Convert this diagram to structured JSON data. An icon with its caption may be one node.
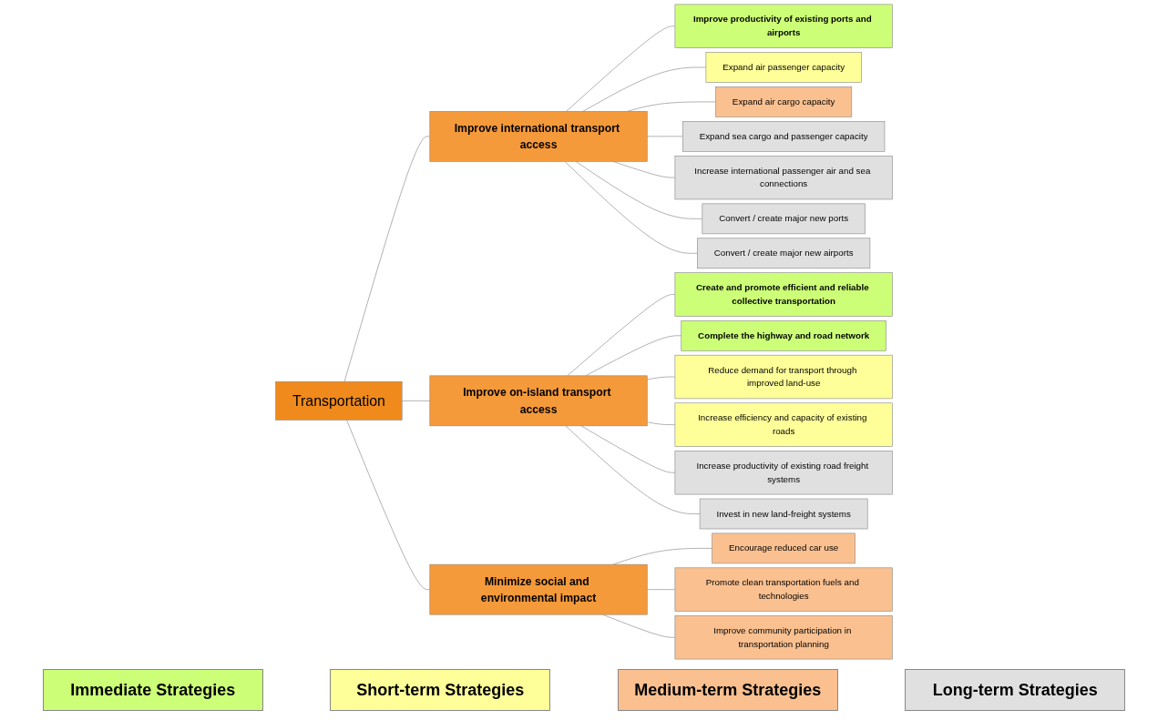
{
  "diagram": {
    "nodes": [
      {
        "text": [
          "Transportation"
        ]
      },
      {
        "text": [
          "Improve international transport access"
        ]
      },
      {
        "text": [
          "Improve on-island transport access"
        ]
      },
      {
        "text": [
          "Minimize social and environmental impact"
        ]
      },
      {
        "text": [
          "Improve productivity of existing ports and airports"
        ]
      },
      {
        "text": [
          "Expand air passenger capacity"
        ]
      },
      {
        "text": [
          "Expand air cargo capacity"
        ]
      },
      {
        "text": [
          "Expand sea cargo and passenger capacity"
        ]
      },
      {
        "text": [
          "Increase international passenger air and sea connections"
        ]
      },
      {
        "text": [
          "Convert / create major new ports"
        ]
      },
      {
        "text": [
          "Convert / create major new airports"
        ]
      },
      {
        "text": [
          "Create and promote efficient and reliable collective transportation"
        ]
      },
      {
        "text": [
          "Complete the highway and road network"
        ]
      },
      {
        "text": [
          "Reduce demand for transport through improved land-use"
        ]
      },
      {
        "text": [
          "Increase efficiency and capacity of existing roads"
        ]
      },
      {
        "text": [
          "Increase productivity of existing road freight systems"
        ]
      },
      {
        "text": [
          "Invest in new land-freight systems"
        ]
      },
      {
        "text": [
          "Encourage reduced car use"
        ]
      },
      {
        "text": [
          "Promote clean transportation fuels and technologies"
        ]
      },
      {
        "text": [
          "Improve community participation in transportation planning"
        ]
      }
    ],
    "edges": [
      {
        "from": 0,
        "to": 1,
        "arrow": "none"
      },
      {
        "from": 0,
        "to": 2,
        "arrow": "none"
      },
      {
        "from": 0,
        "to": 3,
        "arrow": "none"
      },
      {
        "from": 1,
        "to": 4,
        "arrow": "none"
      },
      {
        "from": 1,
        "to": 5,
        "arrow": "none"
      },
      {
        "from": 1,
        "to": 6,
        "arrow": "none"
      },
      {
        "from": 1,
        "to": 7,
        "arrow": "none"
      },
      {
        "from": 1,
        "to": 8,
        "arrow": "none"
      },
      {
        "from": 1,
        "to": 9,
        "arrow": "none"
      },
      {
        "from": 1,
        "to": 10,
        "arrow": "none"
      },
      {
        "from": 2,
        "to": 11,
        "arrow": "none"
      },
      {
        "from": 2,
        "to": 12,
        "arrow": "none"
      },
      {
        "from": 2,
        "to": 13,
        "arrow": "none"
      },
      {
        "from": 2,
        "to": 14,
        "arrow": "none"
      },
      {
        "from": 2,
        "to": 15,
        "arrow": "none"
      },
      {
        "from": 2,
        "to": 16,
        "arrow": "none"
      },
      {
        "from": 3,
        "to": 17,
        "arrow": "none"
      },
      {
        "from": 3,
        "to": 18,
        "arrow": "none"
      },
      {
        "from": 3,
        "to": 19,
        "arrow": "none"
      }
    ],
    "legend": [
      {
        "text": "Immediate Strategies",
        "color": "#ccff77"
      },
      {
        "text": "Short-term Strategies",
        "color": "#ffff99"
      },
      {
        "text": "Medium-term Strategies",
        "color": "#fac090"
      },
      {
        "text": "Long-term Strategies",
        "color": "#e0e0e0"
      }
    ]
  }
}
